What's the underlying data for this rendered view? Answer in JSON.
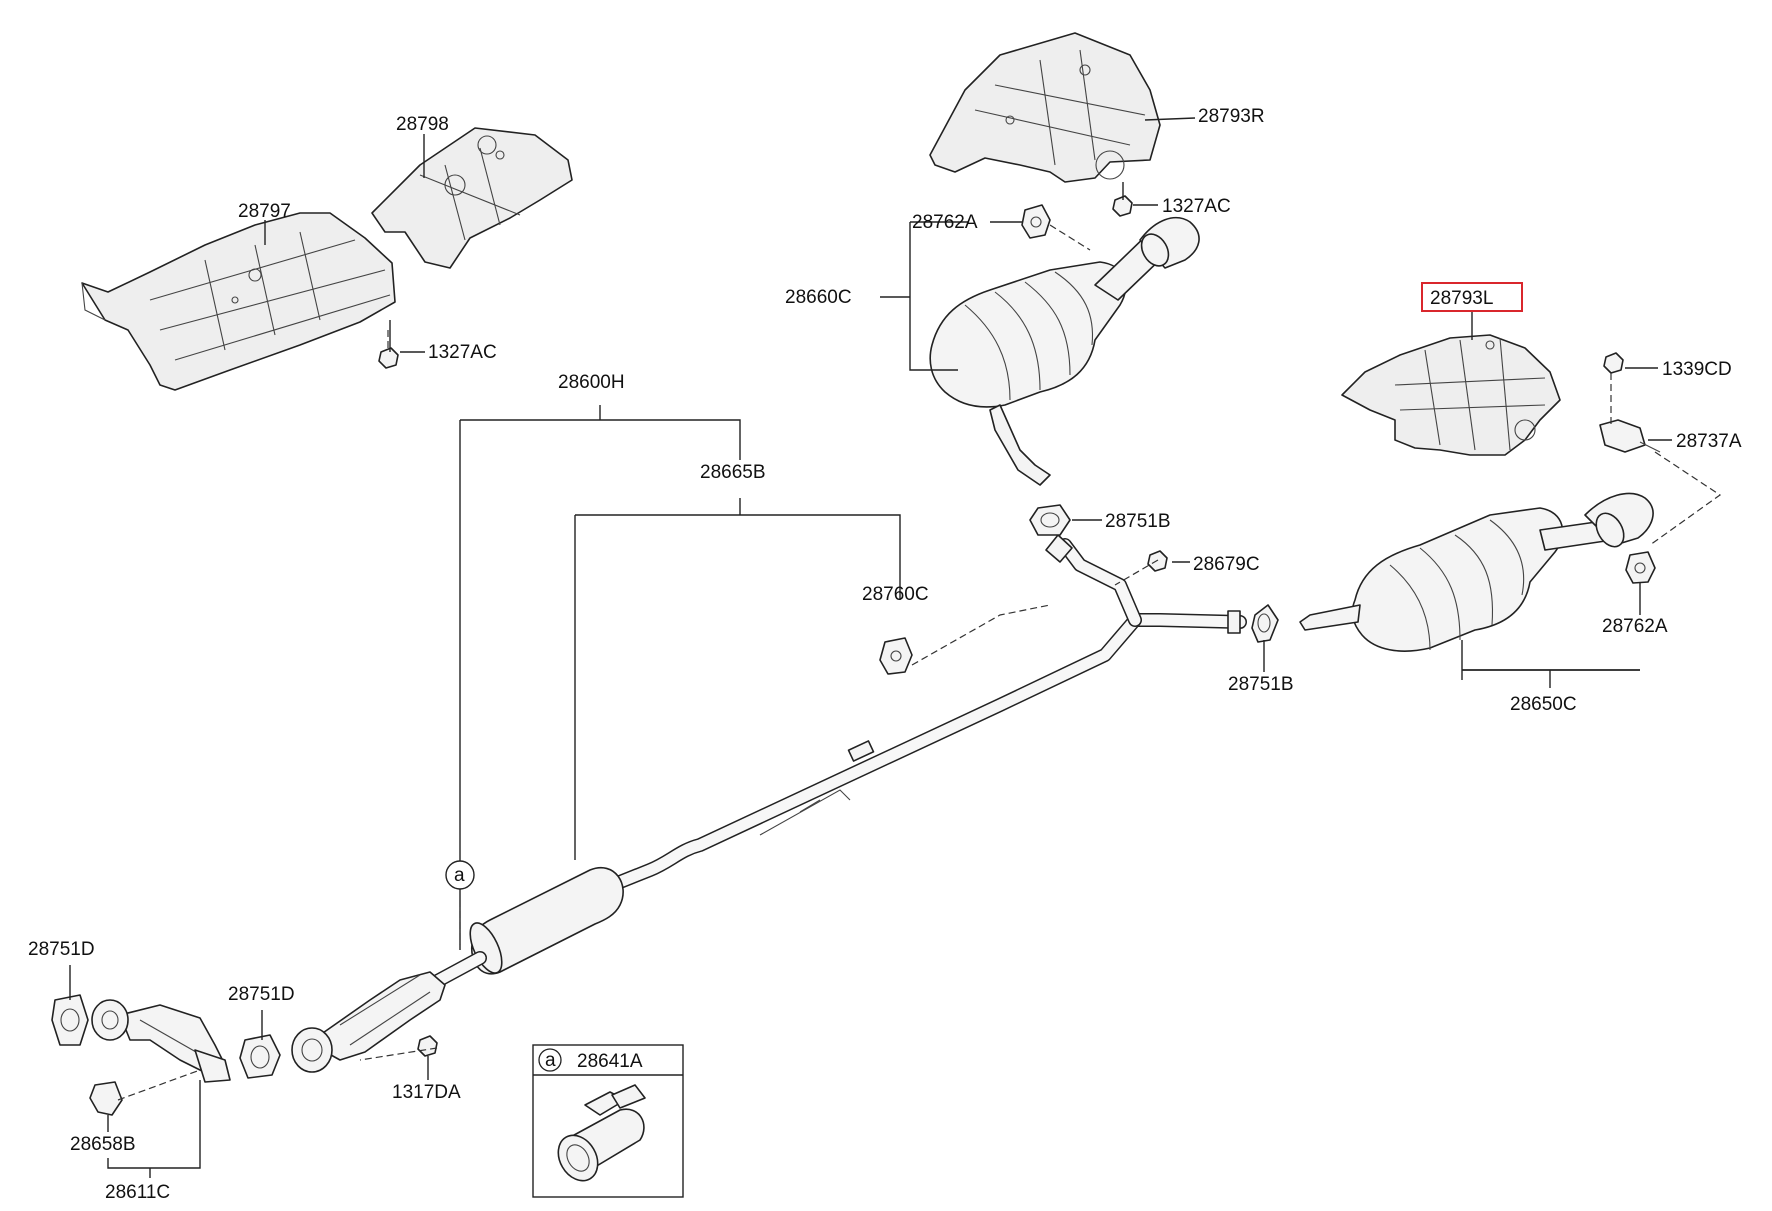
{
  "labels": {
    "p28798": "28798",
    "p28797": "28797",
    "p1327AC_left": "1327AC",
    "p28793R": "28793R",
    "p1327AC_right": "1327AC",
    "p28762A_top": "28762A",
    "p28660C": "28660C",
    "p28793L": "28793L",
    "p1339CD": "1339CD",
    "p28737A": "28737A",
    "p28600H": "28600H",
    "p28665B": "28665B",
    "p28751B_upper": "28751B",
    "p28679C": "28679C",
    "p28760C": "28760C",
    "p28751B_lower": "28751B",
    "p28762A_right": "28762A",
    "p28650C": "28650C",
    "p28751D_left": "28751D",
    "p28751D_mid": "28751D",
    "p1317DA": "1317DA",
    "p28658B": "28658B",
    "p28611C": "28611C",
    "callout_a": "a",
    "inset_key": "a",
    "p28641A": "28641A"
  },
  "highlighted_part": "28793L",
  "highlight_color": "#d9262c"
}
